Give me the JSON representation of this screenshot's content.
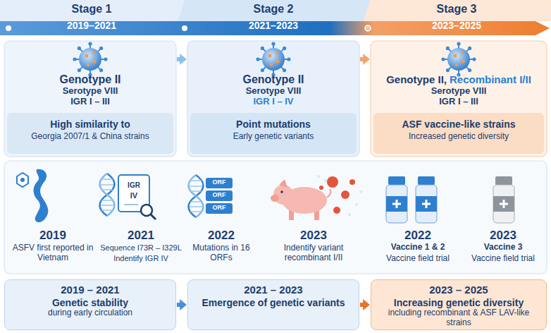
{
  "diagram": {
    "nodes": [
      {
        "text": [
          "Stage 1",
          "2019–2021"
        ]
      },
      {
        "text": [
          "Stage 2",
          "2021–2023"
        ]
      },
      {
        "text": [
          "Stage 3",
          "2023–2025"
        ]
      },
      {
        "text": [
          "Genotype II",
          "Serotype VIII",
          "IGR I – III"
        ]
      },
      {
        "text": [
          "High similarity to",
          "Georgia 2007/1 & China strains"
        ],
        "in": 3
      },
      {
        "text": [
          "Genotype II",
          "Serotype VIII",
          "IGR I – IV"
        ]
      },
      {
        "text": [
          "Point mutations",
          "Early genetic variants"
        ],
        "in": 5
      },
      {
        "text": [
          "Genotype II,",
          "Recombinant I/II",
          "Serotype VIII",
          "IGR I – III"
        ]
      },
      {
        "text": [
          "ASF vaccine-like strains",
          "Increased genetic diversity"
        ],
        "in": 7
      },
      {
        "text": [
          "2019 – 2021",
          "Genetic stability",
          "during early circulation"
        ]
      },
      {
        "text": [
          "2021 – 2023",
          "Emergence of genetic variants"
        ]
      },
      {
        "text": [
          "2023 – 2025",
          "Increasing genetic diversity",
          "including recombinant & ASF LAV-like strains"
        ]
      }
    ],
    "edges": [
      {
        "from": 3,
        "to": 5,
        "arrow": "to"
      },
      {
        "from": 5,
        "to": 7,
        "arrow": "to"
      },
      {
        "from": 9,
        "to": 10,
        "arrow": "to"
      },
      {
        "from": 10,
        "to": 11,
        "arrow": "to"
      }
    ],
    "labels": [
      "2019",
      "ASFV first reported in Vietnam",
      "IGR",
      "IV",
      "2021",
      "Sequence I73R – I329L",
      "Indentify IGR IV",
      "ORF",
      "ORF",
      "ORF",
      "2022",
      "Mutations in 16 ORFs",
      "2023",
      "Indentify variant recombinant I/II",
      "2022",
      "Vaccine 1 & 2",
      "Vaccine field trial",
      "2023",
      "Vaccine 3",
      "Vaccine field trial"
    ]
  }
}
